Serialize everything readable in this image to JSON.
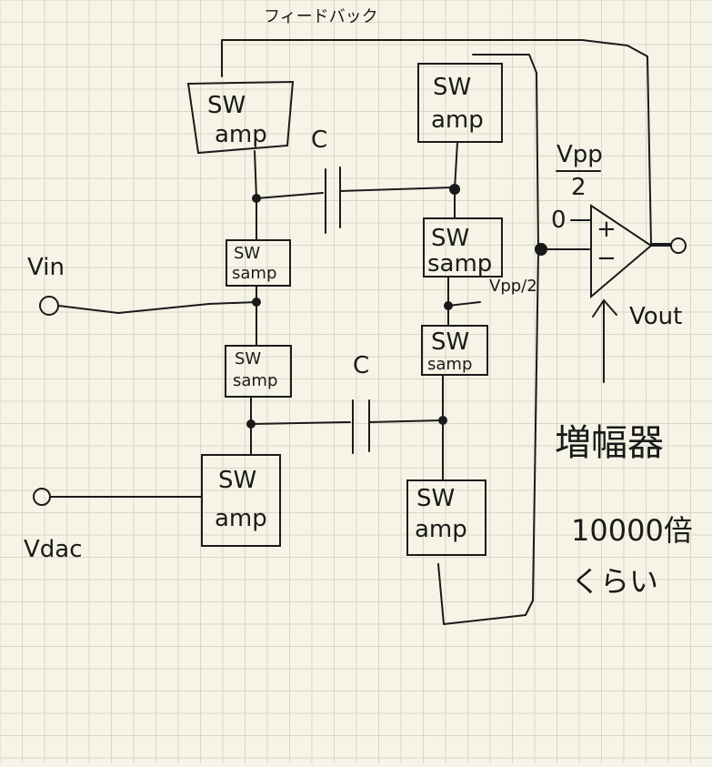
{
  "feedback_label": "フィードバック",
  "cap_top_label": "C",
  "cap_bottom_label": "C",
  "blocks": {
    "left_top_amp": [
      "SW",
      "amp"
    ],
    "left_samp_1": [
      "SW",
      "samp"
    ],
    "left_samp_2": [
      "SW",
      "samp"
    ],
    "left_bottom_amp": [
      "SW",
      "amp"
    ],
    "right_top_amp": [
      "SW",
      "amp"
    ],
    "right_samp_1": [
      "SW",
      "samp"
    ],
    "right_samp_2": [
      "SW",
      "samp"
    ],
    "right_bottom_amp": [
      "SW",
      "amp"
    ]
  },
  "vin_label": "Vin",
  "vdac_label": "Vdac",
  "vpp2_mid_label": "Vpp/2",
  "comparator": {
    "ref_label_num": "Vpp",
    "ref_label_den": "2",
    "ref_node": "0",
    "plus": "+",
    "minus": "−",
    "out_label": "Vout"
  },
  "amp_label": "増幅器",
  "gain_label": "10000倍",
  "gain_suffix": "くらい"
}
